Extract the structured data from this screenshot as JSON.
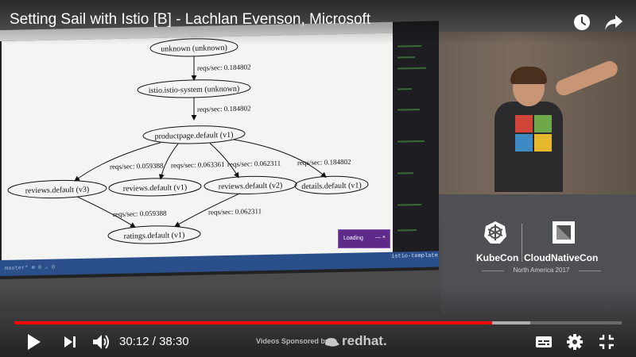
{
  "player": {
    "title": "Setting Sail with Istio [B] - Lachlan Evenson, Microsoft",
    "time_current": "30:12",
    "time_separator": " / ",
    "time_total": "38:30",
    "progress_played": 0.786,
    "progress_buffered": 0.849,
    "sponsor_text": "Videos Sponsored by",
    "sponsor_brand": "redhat.",
    "accent_color": "#ff0000",
    "icons": {
      "watch_later": "clock-icon",
      "share": "share-arrow-icon",
      "play": "play-icon",
      "next": "next-icon",
      "volume": "volume-icon",
      "subtitles": "subtitles-icon",
      "settings": "gear-icon",
      "exit_fullscreen": "exit-fullscreen-icon"
    }
  },
  "slide": {
    "graph": {
      "nodes": {
        "unknown": "unknown (unknown)",
        "istio": "istio.istio-system (unknown)",
        "productpage": "productpage.default (v1)",
        "reviews_v3": "reviews.default (v3)",
        "reviews_v1": "reviews.default (v1)",
        "reviews_v2": "reviews.default (v2)",
        "details": "details.default (v1)",
        "ratings": "ratings.default (v1)"
      },
      "edges": {
        "e1": "reqs/sec: 0.184802",
        "e2": "reqs/sec: 0.184802",
        "e3": "reqs/sec: 0.059388",
        "e4": "reqs/sec: 0.063361",
        "e5": "reqs/sec: 0.062311",
        "e6": "reqs/sec: 0.184802",
        "e7": "reqs/sec: 0.059388",
        "e8": "reqs/sec: 0.062311"
      }
    },
    "toast": "Loading",
    "status_left": "master* ⊗ 0 ⚠ 0",
    "status_right": "istio-template"
  },
  "branding": {
    "kubecon": "KubeCon",
    "cloudnativecon": "CloudNativeCon",
    "event": "North America 2017"
  }
}
